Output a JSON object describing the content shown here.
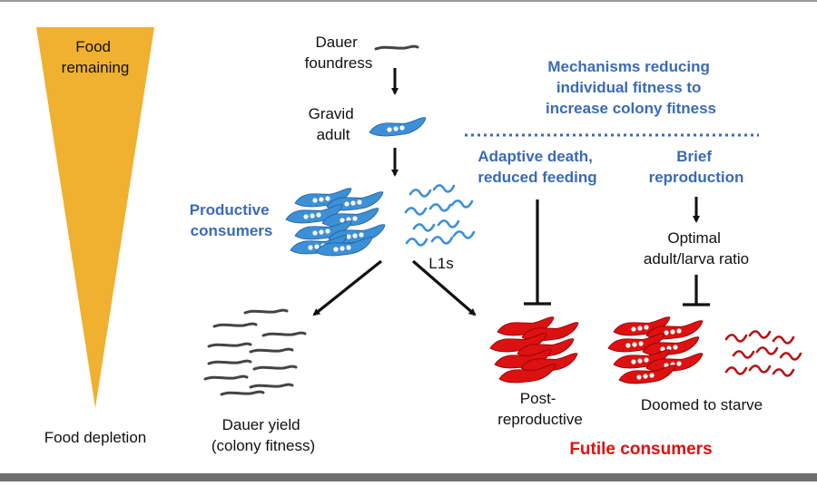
{
  "food_gradient": {
    "top_label": [
      "Food",
      "remaining"
    ],
    "bottom_label": "Food depletion",
    "color": "#f0b030"
  },
  "lifecycle": {
    "dauer_foundress": [
      "Dauer",
      "foundress"
    ],
    "gravid_adult": [
      "Gravid",
      "adult"
    ],
    "productive_consumers": [
      "Productive",
      "consumers"
    ],
    "l1s": "L1s",
    "dauer_yield": [
      "Dauer yield",
      "(colony fitness)"
    ]
  },
  "mechanisms": {
    "title": [
      "Mechanisms reducing",
      "individual fitness to",
      "increase colony fitness"
    ],
    "adaptive_death": [
      "Adaptive death,",
      "reduced feeding"
    ],
    "brief_reproduction": [
      "Brief",
      "reproduction"
    ],
    "optimal_ratio": [
      "Optimal",
      "adult/larva ratio"
    ]
  },
  "outcomes": {
    "post_reproductive": [
      "Post-",
      "reproductive"
    ],
    "doomed": "Doomed to starve",
    "futile_consumers": "Futile consumers"
  },
  "colors": {
    "blue_text": "#3a6ab8",
    "red_text": "#dd1111",
    "worm_blue": "#3d8fd6",
    "worm_red": "#dd1111",
    "dauer_grey": "#555555"
  }
}
